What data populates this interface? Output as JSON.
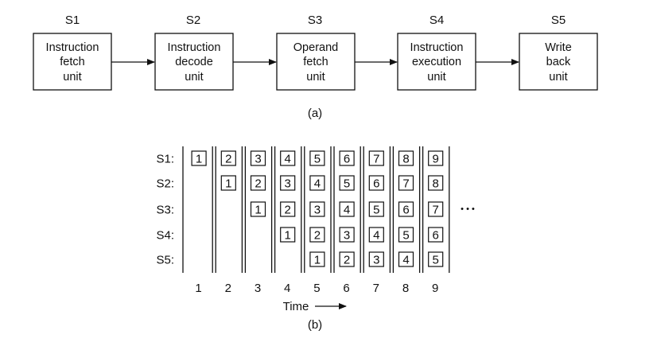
{
  "colors": {
    "ink": "#111111",
    "background": "#ffffff"
  },
  "part_a": {
    "stages": [
      {
        "id": "S1",
        "lines": [
          "Instruction",
          "fetch",
          "unit"
        ]
      },
      {
        "id": "S2",
        "lines": [
          "Instruction",
          "decode",
          "unit"
        ]
      },
      {
        "id": "S3",
        "lines": [
          "Operand",
          "fetch",
          "unit"
        ]
      },
      {
        "id": "S4",
        "lines": [
          "Instruction",
          "execution",
          "unit"
        ]
      },
      {
        "id": "S5",
        "lines": [
          "Write",
          "back",
          "unit"
        ]
      }
    ],
    "caption": "(a)"
  },
  "part_b": {
    "row_labels": [
      "S1:",
      "S2:",
      "S3:",
      "S4:",
      "S5:"
    ],
    "cycles": [
      "1",
      "2",
      "3",
      "4",
      "5",
      "6",
      "7",
      "8",
      "9"
    ],
    "grid": [
      [
        "1",
        "2",
        "3",
        "4",
        "5",
        "6",
        "7",
        "8",
        "9"
      ],
      [
        "",
        "1",
        "2",
        "3",
        "4",
        "5",
        "6",
        "7",
        "8"
      ],
      [
        "",
        "",
        "1",
        "2",
        "3",
        "4",
        "5",
        "6",
        "7"
      ],
      [
        "",
        "",
        "",
        "1",
        "2",
        "3",
        "4",
        "5",
        "6"
      ],
      [
        "",
        "",
        "",
        "",
        "1",
        "2",
        "3",
        "4",
        "5"
      ]
    ],
    "ellipsis": "• • •",
    "time_label": "Time",
    "caption": "(b)"
  }
}
